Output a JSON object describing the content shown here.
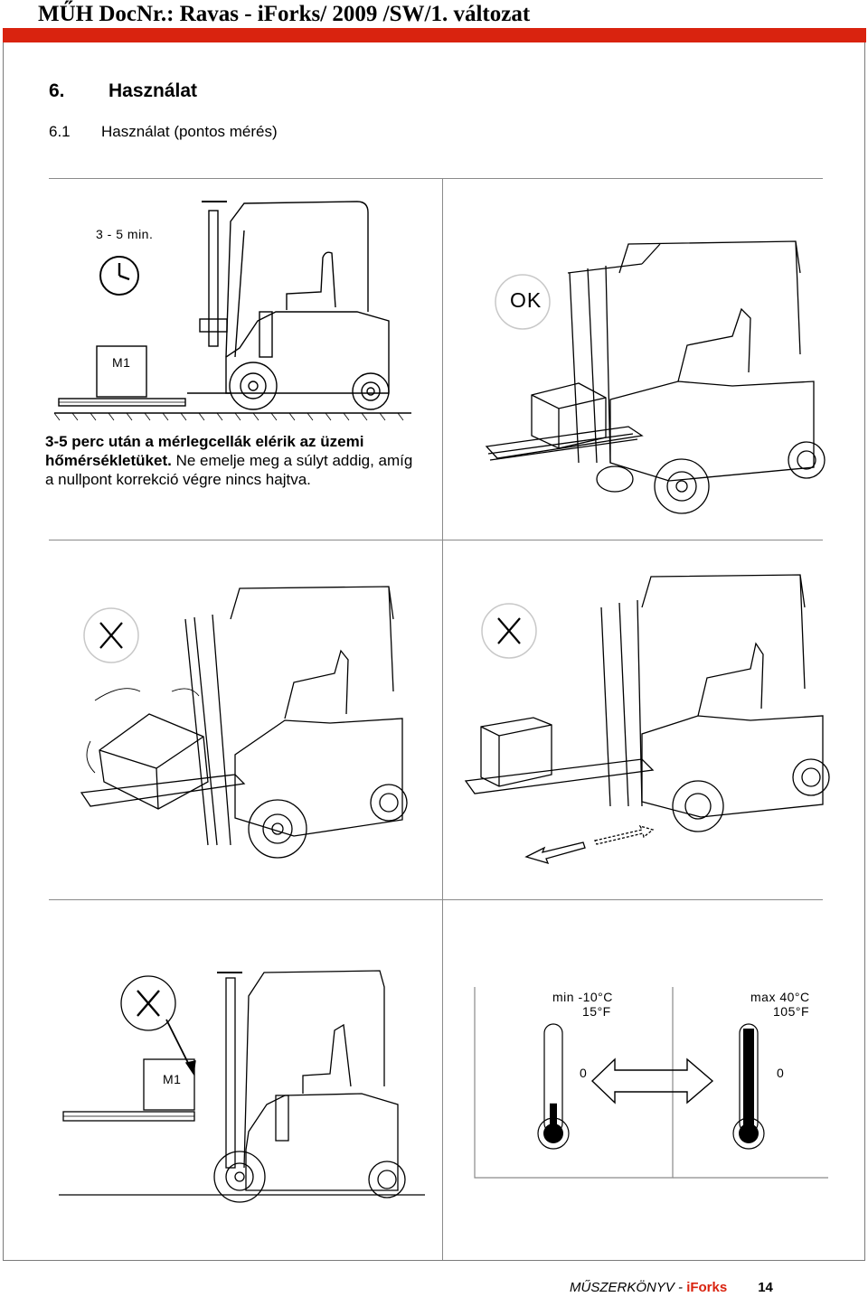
{
  "header": {
    "title": "MŰH DocNr.: Ravas - iForks/ 2009 /SW/1. változat"
  },
  "section": {
    "number": "6.",
    "title": "Használat"
  },
  "subsection": {
    "number": "6.1",
    "title": "Használat (pontos mérés)"
  },
  "panel1": {
    "time_label": "3 - 5 min.",
    "weight_label": "M1",
    "text_bold": "3-5 perc után a mérlegcellák elérik az üzemi hőmérsékletüket.",
    "text_normal": " Ne emelje meg a súlyt addig, amíg a nullpont korrekció végre nincs hajtva."
  },
  "panel2": {
    "status_label": "OK"
  },
  "panel5": {
    "weight_label": "M1"
  },
  "panel6": {
    "min_temp_c": "min -10°C",
    "min_temp_f": "15°F",
    "max_temp_c": "max 40°C",
    "max_temp_f": "105°F",
    "zero_left": "0",
    "zero_right": "0",
    "min_fill_fraction": 0.28,
    "max_fill_fraction": 1.0
  },
  "footer": {
    "manual": "MŰSZERKÖNYV - ",
    "brand": "iForks",
    "page": "14"
  },
  "colors": {
    "accent": "#d9230f"
  }
}
